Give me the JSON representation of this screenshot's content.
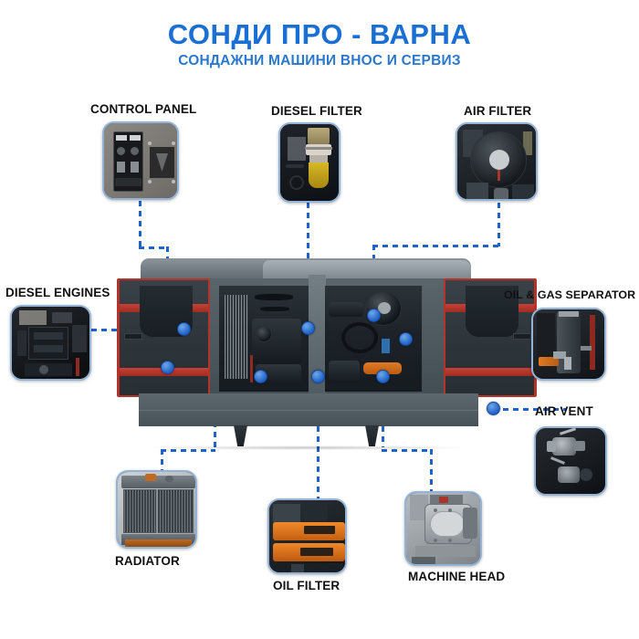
{
  "header": {
    "title": "СОНДИ ПРО - ВАРНА",
    "subtitle": "СОНДАЖНИ МАШИНИ ВНОС И СЕРВИЗ",
    "title_color": "#1a6fd4",
    "subtitle_color": "#2a77cc"
  },
  "diagram": {
    "subject": "diesel-generator-compressor",
    "connector_color": "#1f62c8",
    "callouts": [
      {
        "id": "control-panel",
        "label": "CONTROL PANEL",
        "position": "top-left"
      },
      {
        "id": "diesel-filter",
        "label": "DIESEL FILTER",
        "position": "top-center"
      },
      {
        "id": "air-filter",
        "label": "AIR FILTER",
        "position": "top-right"
      },
      {
        "id": "diesel-engines",
        "label": "DIESEL ENGINES",
        "position": "left"
      },
      {
        "id": "oil-gas-separator",
        "label": "OIL & GAS SEPARATOR",
        "position": "right"
      },
      {
        "id": "air-vent",
        "label": "AIR VENT",
        "position": "right-lower"
      },
      {
        "id": "radiator",
        "label": "RADIATOR",
        "position": "bottom-left"
      },
      {
        "id": "oil-filter",
        "label": "OIL FILTER",
        "position": "bottom-center"
      },
      {
        "id": "machine-head",
        "label": "MACHINE HEAD",
        "position": "bottom-right"
      }
    ]
  }
}
